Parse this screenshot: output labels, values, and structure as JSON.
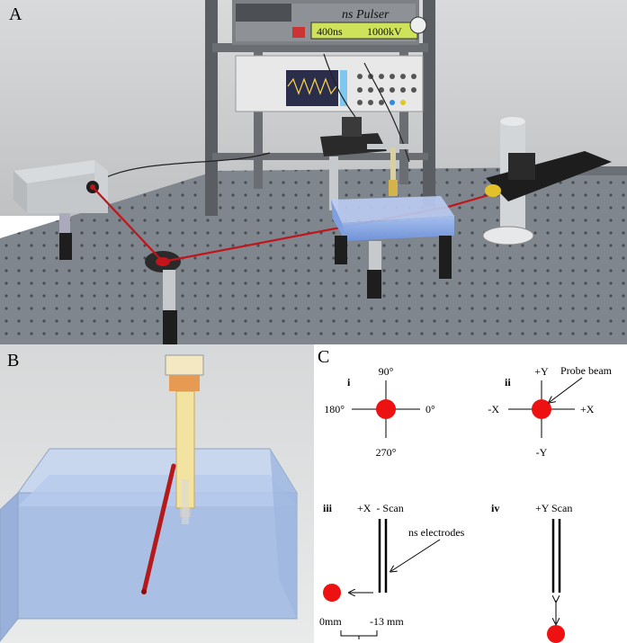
{
  "panel_a": {
    "letter": "A",
    "pulser_title": "ns Pulser",
    "pulser_width": "400ns",
    "pulser_voltage": "1000kV",
    "colors": {
      "laser": "#c0151b",
      "bench": "#7f858c",
      "water": "#8fb2ee"
    }
  },
  "panel_b": {
    "letter": "B",
    "colors": {
      "tank": "#b5cae6",
      "electrode": "#f1e3a2",
      "beam": "#b51a1a"
    }
  },
  "panel_c": {
    "letter": "C",
    "sub_i": {
      "label": "i",
      "top": "90°",
      "left": "180°",
      "right": "0°",
      "bottom": "270°"
    },
    "sub_ii": {
      "label": "ii",
      "top": "+Y",
      "left": "-X",
      "right": "+X",
      "bottom": "-Y",
      "callout": "Probe beam"
    },
    "sub_iii": {
      "label": "iii",
      "scan": "+X  - Scan",
      "callout": "ns electrodes",
      "left_value": "0mm",
      "right_value": "-13 mm"
    },
    "sub_iv": {
      "label": "iv",
      "scan": "+Y Scan"
    },
    "colors": {
      "dot": "#ee1111"
    }
  }
}
